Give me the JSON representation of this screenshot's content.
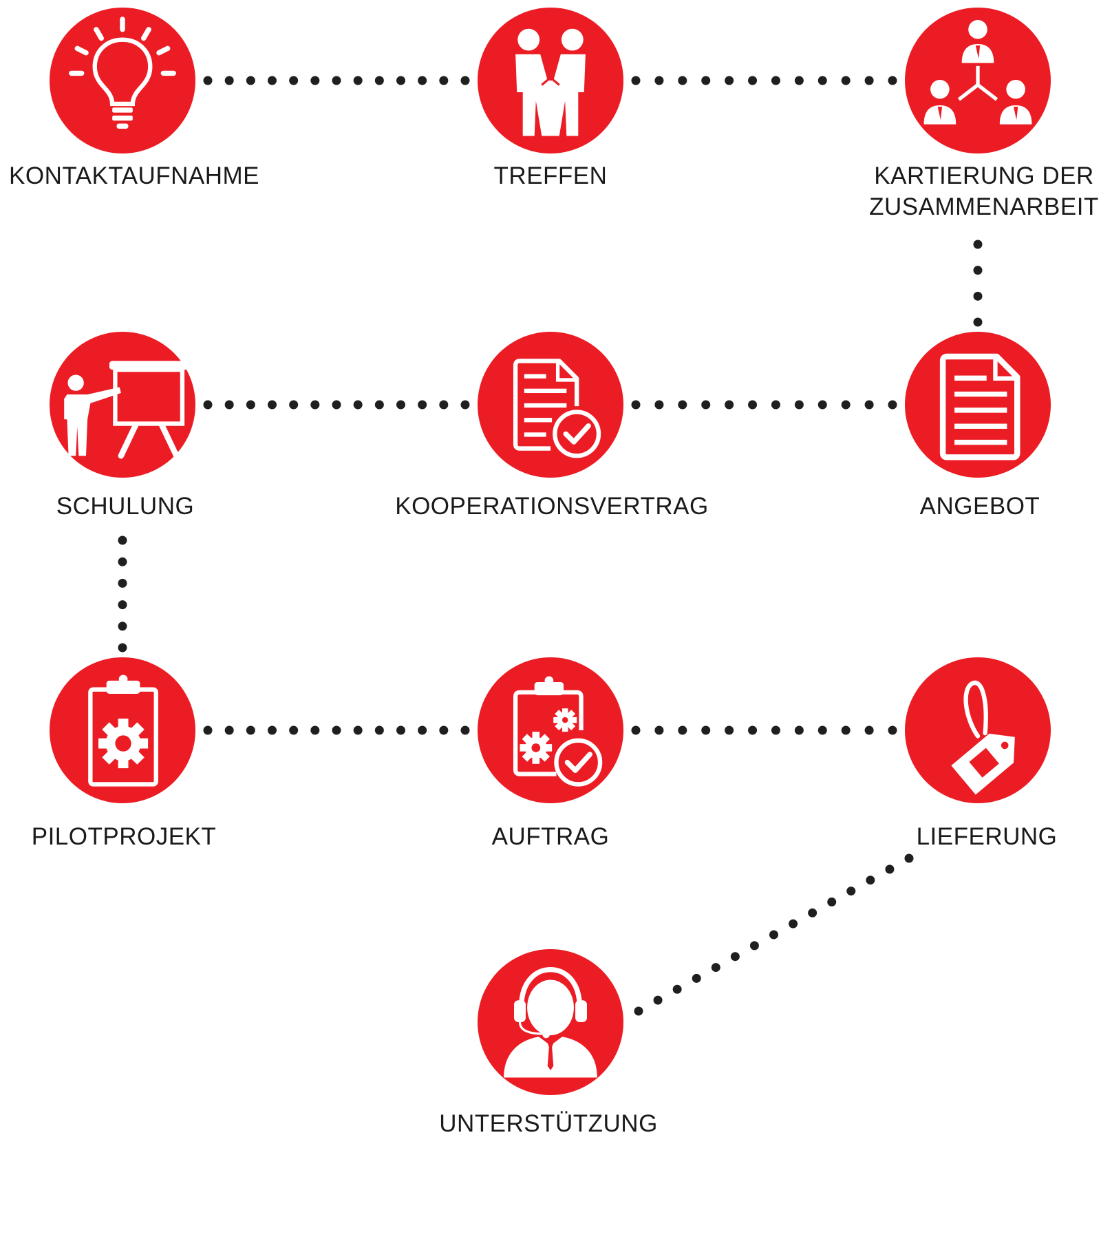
{
  "colors": {
    "accent": "#ec1c24",
    "icon": "#ffffff",
    "connector": "#1f1f1f",
    "text": "#1a1a1a"
  },
  "steps": [
    {
      "id": "kontaktaufnahme",
      "icon": "lightbulb-icon",
      "label": [
        "KONTAKTAUFNAHME"
      ]
    },
    {
      "id": "treffen",
      "icon": "handshake-icon",
      "label": [
        "TREFFEN"
      ]
    },
    {
      "id": "kartierung",
      "icon": "team-hierarchy-icon",
      "label": [
        "KARTIERUNG DER",
        "ZUSAMMENARBEIT"
      ]
    },
    {
      "id": "angebot",
      "icon": "document-icon",
      "label": [
        "ANGEBOT"
      ]
    },
    {
      "id": "kooperationsvertrag",
      "icon": "document-check-icon",
      "label": [
        "KOOPERATIONSVERTRAG"
      ]
    },
    {
      "id": "schulung",
      "icon": "presentation-icon",
      "label": [
        "SCHULUNG"
      ]
    },
    {
      "id": "pilotprojekt",
      "icon": "clipboard-gear-icon",
      "label": [
        "PILOTPROJEKT"
      ]
    },
    {
      "id": "auftrag",
      "icon": "clipboard-gears-check-icon",
      "label": [
        "AUFTRAG"
      ]
    },
    {
      "id": "lieferung",
      "icon": "tag-icon",
      "label": [
        "LIEFERUNG"
      ]
    },
    {
      "id": "unterstuetzung",
      "icon": "headset-support-icon",
      "label": [
        "UNTERSTÜTZUNG"
      ]
    }
  ],
  "connections": [
    [
      "kontaktaufnahme",
      "treffen"
    ],
    [
      "treffen",
      "kartierung"
    ],
    [
      "kartierung",
      "angebot"
    ],
    [
      "angebot",
      "kooperationsvertrag"
    ],
    [
      "kooperationsvertrag",
      "schulung"
    ],
    [
      "schulung",
      "pilotprojekt"
    ],
    [
      "pilotprojekt",
      "auftrag"
    ],
    [
      "auftrag",
      "lieferung"
    ],
    [
      "lieferung",
      "unterstuetzung"
    ]
  ]
}
